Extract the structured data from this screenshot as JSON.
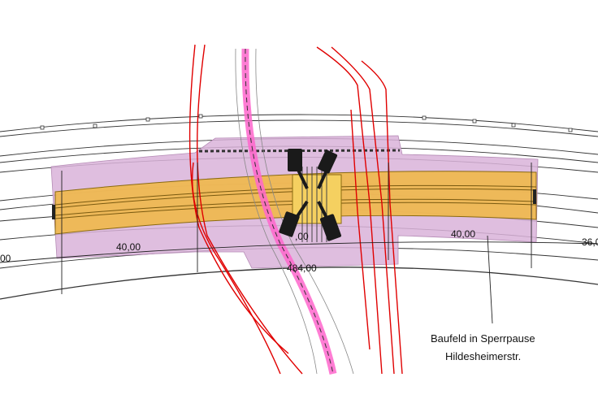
{
  "drawing": {
    "dimensions": {
      "left_cut": "00",
      "left_segment": "40,00",
      "center_segment": ",00",
      "station": "484,00",
      "right_segment": "40,00",
      "right_cut": "36,0"
    },
    "annotation": {
      "line1": "Baufeld in Sperrpause",
      "line2": "Hildesheimerstr."
    },
    "colors": {
      "construction_zone": "#d9b3d9",
      "track_band": "#f0b84a",
      "cables": "#e00000",
      "rail_corridor": "#ff66cc",
      "cranes": "#1a1a1a"
    }
  }
}
